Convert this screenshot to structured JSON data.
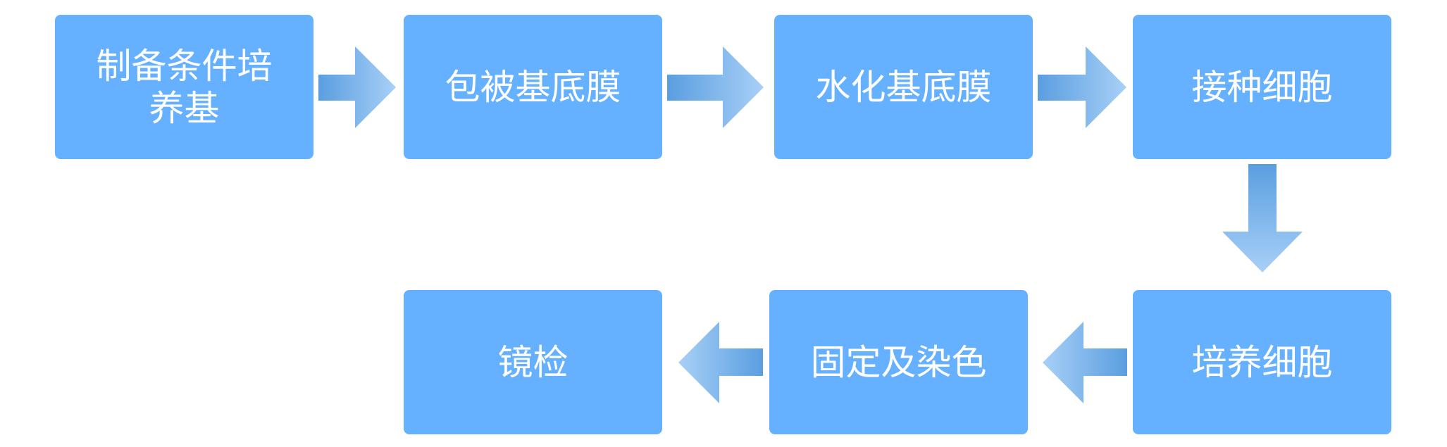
{
  "steps": {
    "s1": "制备条件培养基",
    "s2": "包被基底膜",
    "s3": "水化基底膜",
    "s4": "接种细胞",
    "s5": "培养细胞",
    "s6": "固定及染色",
    "s7": "镜检"
  },
  "colors": {
    "box": "#66b1ff",
    "text": "#ffffff",
    "arrow_dark": "#5a9ee0",
    "arrow_light": "#a8d0f7"
  }
}
